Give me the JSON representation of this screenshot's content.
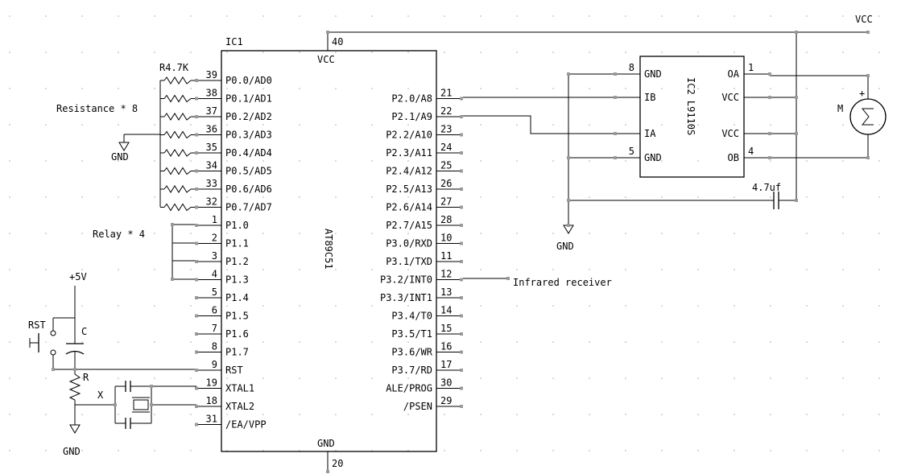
{
  "labels": {
    "vcc_net": "VCC",
    "gnd": "GND",
    "plus5v": "+5V",
    "rst_switch": "RST",
    "cap_c": "C",
    "res_r": "R",
    "xtal_x": "X",
    "r47k": "R4.7K",
    "resistance_note": "Resistance * 8",
    "relay_note": "Relay * 4",
    "infrared": "Infrared receiver",
    "cap47": "4.7uf",
    "motor_m": "M",
    "motor_plus": "+"
  },
  "ic1": {
    "ref": "IC1",
    "part": "AT89C51",
    "vcc_label": "VCC",
    "gnd_label": "GND",
    "vcc_pin": "40",
    "gnd_pin": "20",
    "left_pins": [
      {
        "num": "39",
        "name": "P0.0/AD0"
      },
      {
        "num": "38",
        "name": "P0.1/AD1"
      },
      {
        "num": "37",
        "name": "P0.2/AD2"
      },
      {
        "num": "36",
        "name": "P0.3/AD3"
      },
      {
        "num": "35",
        "name": "P0.4/AD4"
      },
      {
        "num": "34",
        "name": "P0.5/AD5"
      },
      {
        "num": "33",
        "name": "P0.6/AD6"
      },
      {
        "num": "32",
        "name": "P0.7/AD7"
      },
      {
        "num": "1",
        "name": "P1.0"
      },
      {
        "num": "2",
        "name": "P1.1"
      },
      {
        "num": "3",
        "name": "P1.2"
      },
      {
        "num": "4",
        "name": "P1.3"
      },
      {
        "num": "5",
        "name": "P1.4"
      },
      {
        "num": "6",
        "name": "P1.5"
      },
      {
        "num": "7",
        "name": "P1.6"
      },
      {
        "num": "8",
        "name": "P1.7"
      },
      {
        "num": "9",
        "name": "RST"
      },
      {
        "num": "19",
        "name": "XTAL1"
      },
      {
        "num": "18",
        "name": "XTAL2"
      },
      {
        "num": "31",
        "name": "/EA/VPP"
      }
    ],
    "right_pins": [
      {
        "num": "21",
        "name": "P2.0/A8"
      },
      {
        "num": "22",
        "name": "P2.1/A9"
      },
      {
        "num": "23",
        "name": "P2.2/A10"
      },
      {
        "num": "24",
        "name": "P2.3/A11"
      },
      {
        "num": "25",
        "name": "P2.4/A12"
      },
      {
        "num": "26",
        "name": "P2.5/A13"
      },
      {
        "num": "27",
        "name": "P2.6/A14"
      },
      {
        "num": "28",
        "name": "P2.7/A15"
      },
      {
        "num": "10",
        "name": "P3.0/RXD"
      },
      {
        "num": "11",
        "name": "P3.1/TXD"
      },
      {
        "num": "12",
        "name": "P3.2/INT0"
      },
      {
        "num": "13",
        "name": "P3.3/INT1"
      },
      {
        "num": "14",
        "name": "P3.4/T0"
      },
      {
        "num": "15",
        "name": "P3.5/T1"
      },
      {
        "num": "16",
        "name": "P3.6/WR"
      },
      {
        "num": "17",
        "name": "P3.7/RD"
      },
      {
        "num": "30",
        "name": "ALE/PROG"
      },
      {
        "num": "29",
        "name": "/PSEN"
      }
    ]
  },
  "ic2": {
    "ref": "IC2 L9110S",
    "left_pins": [
      {
        "num": "8",
        "name": "GND"
      },
      {
        "num": "",
        "name": "IB"
      },
      {
        "num": "",
        "name": "IA"
      },
      {
        "num": "5",
        "name": "GND"
      }
    ],
    "right_pins": [
      {
        "num": "1",
        "name": "OA"
      },
      {
        "num": "",
        "name": "VCC"
      },
      {
        "num": "",
        "name": "VCC"
      },
      {
        "num": "4",
        "name": "OB"
      }
    ]
  }
}
